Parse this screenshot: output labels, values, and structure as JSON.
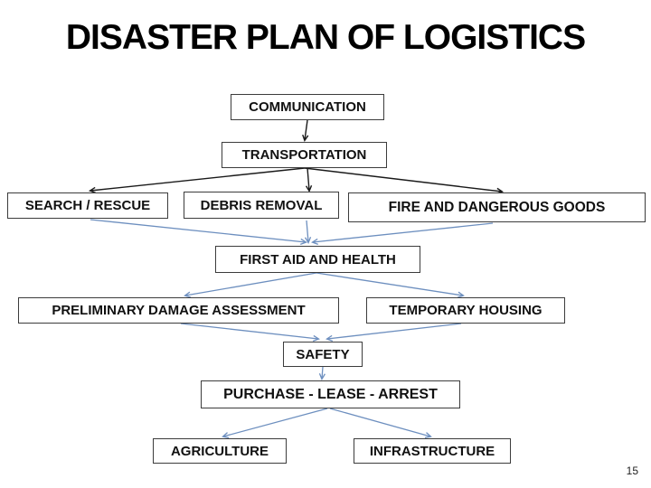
{
  "slide": {
    "title": "DISASTER PLAN OF LOGISTICS",
    "page_number": "15"
  },
  "colors": {
    "background": "#ffffff",
    "box_border": "#3c3c3c",
    "box_text": "#111111",
    "arrow_black": "#1a1a1a",
    "arrow_blue": "#6d8fbf"
  },
  "flowchart": {
    "nodes": [
      {
        "id": "communication",
        "label": "COMMUNICATION"
      },
      {
        "id": "transportation",
        "label": "TRANSPORTATION"
      },
      {
        "id": "search-rescue",
        "label": "SEARCH / RESCUE"
      },
      {
        "id": "debris-removal",
        "label": "DEBRIS REMOVAL"
      },
      {
        "id": "fire-goods",
        "label": "FIRE AND DANGEROUS GOODS"
      },
      {
        "id": "first-aid",
        "label": "FIRST AID AND HEALTH"
      },
      {
        "id": "damage-assessment",
        "label": "PRELIMINARY DAMAGE ASSESSMENT"
      },
      {
        "id": "temporary-housing",
        "label": "TEMPORARY HOUSING"
      },
      {
        "id": "safety",
        "label": "SAFETY"
      },
      {
        "id": "purchase",
        "label": "PURCHASE - LEASE - ARREST"
      },
      {
        "id": "agriculture",
        "label": "AGRICULTURE"
      },
      {
        "id": "infrastructure",
        "label": "INFRASTRUCTURE"
      }
    ],
    "edges": [
      {
        "from": "communication",
        "to": "transportation",
        "color": "black"
      },
      {
        "from": "transportation",
        "to": "search-rescue",
        "color": "black"
      },
      {
        "from": "transportation",
        "to": "debris-removal",
        "color": "black"
      },
      {
        "from": "transportation",
        "to": "fire-goods",
        "color": "black"
      },
      {
        "from": "search-rescue",
        "to": "first-aid",
        "color": "blue"
      },
      {
        "from": "debris-removal",
        "to": "first-aid",
        "color": "blue"
      },
      {
        "from": "fire-goods",
        "to": "first-aid",
        "color": "blue"
      },
      {
        "from": "first-aid",
        "to": "damage-assessment",
        "color": "blue"
      },
      {
        "from": "first-aid",
        "to": "temporary-housing",
        "color": "blue"
      },
      {
        "from": "damage-assessment",
        "to": "safety",
        "color": "blue"
      },
      {
        "from": "temporary-housing",
        "to": "safety",
        "color": "blue"
      },
      {
        "from": "safety",
        "to": "purchase",
        "color": "blue"
      },
      {
        "from": "purchase",
        "to": "agriculture",
        "color": "blue"
      },
      {
        "from": "purchase",
        "to": "infrastructure",
        "color": "blue"
      }
    ]
  }
}
